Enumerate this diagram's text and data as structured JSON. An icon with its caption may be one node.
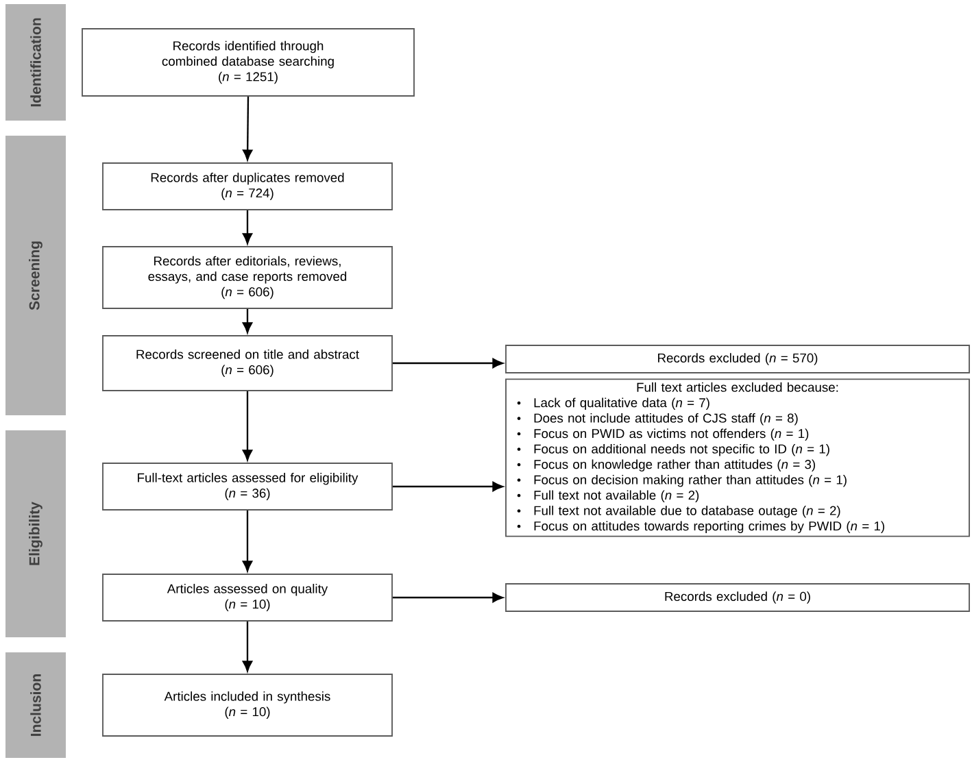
{
  "diagram": {
    "nodes": [
      {
        "text": [
          "Identification"
        ]
      },
      {
        "text": [
          "Screening"
        ]
      },
      {
        "text": [
          "Eligibility"
        ]
      },
      {
        "text": [
          "Inclusion"
        ]
      },
      {
        "text": [
          "Records identified through combined database searching",
          "(*n* = 1251)"
        ]
      },
      {
        "text": [
          "Records after duplicates removed",
          "(*n* = 724)"
        ]
      },
      {
        "text": [
          "Records after editorials, reviews, essays, and case reports removed",
          "(*n* = 606)"
        ]
      },
      {
        "text": [
          "Records screened on title and abstract",
          "(*n* = 606)"
        ]
      },
      {
        "text": [
          "Full-text articles assessed for eligibility",
          "(*n* = 36)"
        ]
      },
      {
        "text": [
          "Articles assessed on quality",
          "(*n* = 10)"
        ]
      },
      {
        "text": [
          "Articles included in synthesis",
          "(*n* = 10)"
        ]
      },
      {
        "text": [
          "Records excluded (*n* = 570)"
        ]
      },
      {
        "text": [
          "Full text articles excluded because:",
          "Lack of qualitative data (*n* = 7)",
          "Does not include attitudes of CJS staff (*n* = 8)",
          "Focus on PWID as victims not offenders (*n* = 1)",
          "Focus on additional needs not specific to ID (*n* = 1)",
          "Focus on knowledge rather than attitudes (*n* = 3)",
          "Focus on decision making rather than attitudes (*n* = 1)",
          "Full text not available (*n* = 2)",
          "Full text not available due to database outage (*n* = 2)",
          "Focus on attitudes towards reporting crimes by PWID (*n* = 1)"
        ]
      },
      {
        "text": [
          "Records excluded (*n* = 0)"
        ]
      }
    ],
    "edges": [
      {
        "from": 4,
        "to": 5,
        "arrow": "to"
      },
      {
        "from": 5,
        "to": 6,
        "arrow": "to"
      },
      {
        "from": 6,
        "to": 7,
        "arrow": "to"
      },
      {
        "from": 7,
        "to": 8,
        "arrow": "to"
      },
      {
        "from": 8,
        "to": 9,
        "arrow": "to"
      },
      {
        "from": 9,
        "to": 10,
        "arrow": "to"
      },
      {
        "from": 7,
        "to": 11,
        "arrow": "to"
      },
      {
        "from": 8,
        "to": 12,
        "arrow": "to"
      },
      {
        "from": 9,
        "to": 13,
        "arrow": "to"
      }
    ]
  }
}
